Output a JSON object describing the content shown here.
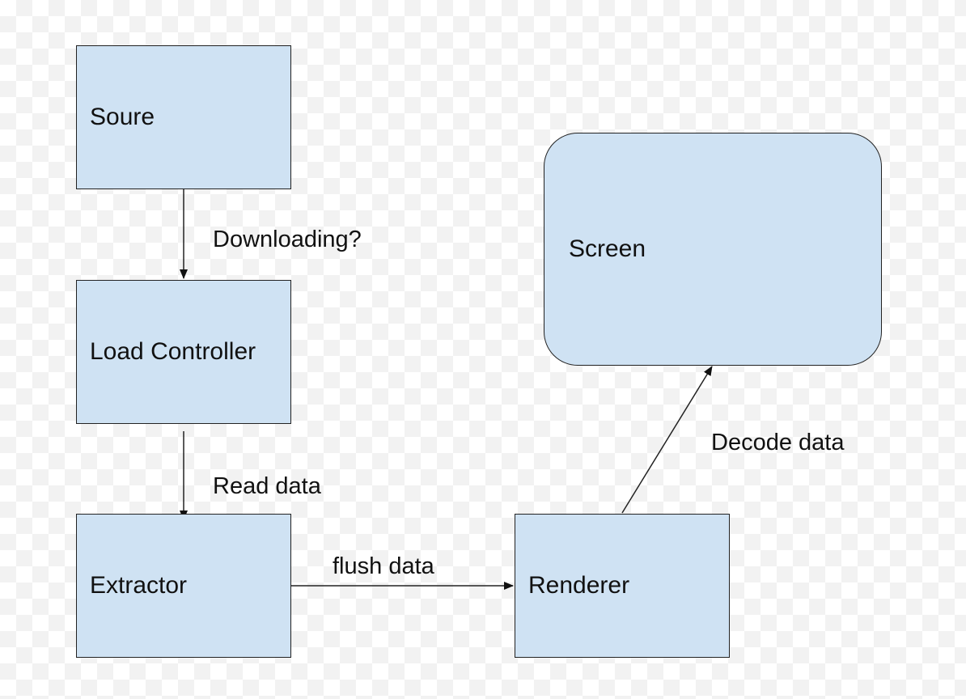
{
  "diagram": {
    "node_fill": "#cfe2f3",
    "stroke_color": "#222222",
    "nodes": {
      "source": {
        "label": "Soure"
      },
      "load_controller": {
        "label": "Load Controller"
      },
      "extractor": {
        "label": "Extractor"
      },
      "renderer": {
        "label": "Renderer"
      },
      "screen": {
        "label": "Screen"
      }
    },
    "edges": {
      "source_to_load_controller": {
        "label": "Downloading?"
      },
      "load_controller_to_extractor": {
        "label": "Read data"
      },
      "extractor_to_renderer": {
        "label": "flush data"
      },
      "renderer_to_screen": {
        "label": "Decode data"
      }
    }
  }
}
